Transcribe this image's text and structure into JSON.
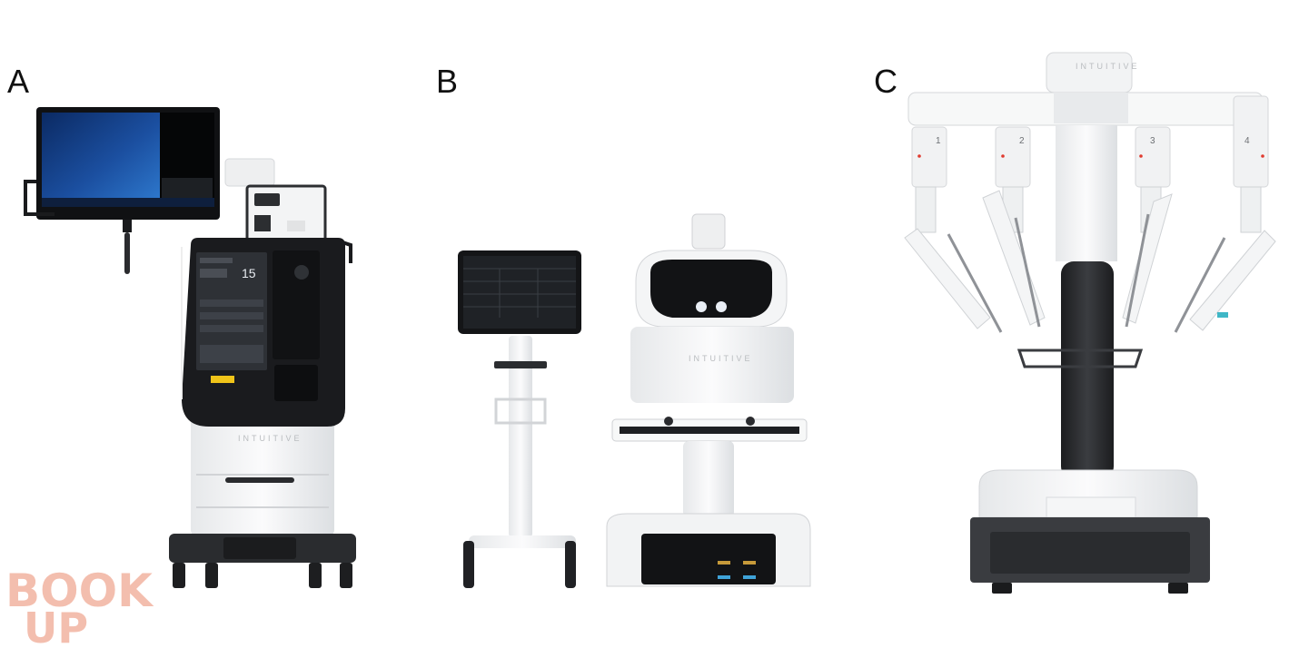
{
  "panels": {
    "a": {
      "label": "A"
    },
    "b": {
      "label": "B"
    },
    "c": {
      "label": "C"
    }
  },
  "branding": {
    "device_text": "INTUITIVE",
    "arm_numbers": [
      "1",
      "2",
      "3",
      "4"
    ],
    "vision_screen_value": "15"
  },
  "watermark": {
    "line1": "BOOK",
    "line2": "UP"
  },
  "colors": {
    "background": "#ffffff",
    "device_white": "#f4f5f6",
    "device_dark": "#2c2e31",
    "screen_blue": "#1b4fa0",
    "accent_teal": "#3fb7c6",
    "accent_green": "#3fc85a",
    "accent_yellow": "#f0c419",
    "watermark": "#f2b3a1"
  }
}
